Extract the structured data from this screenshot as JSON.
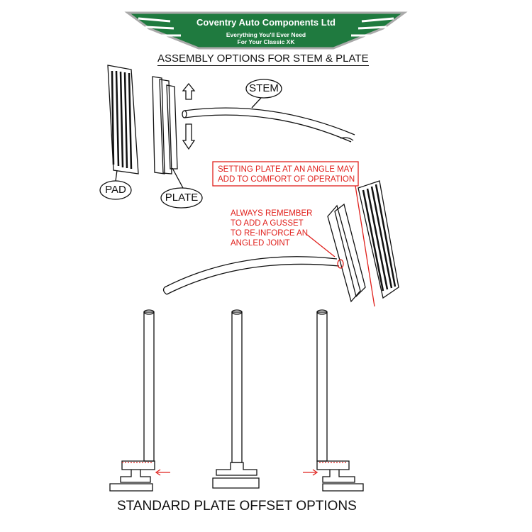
{
  "logo": {
    "company": "Coventry Auto Components Ltd",
    "tagline_1": "Everything You'll Ever Need",
    "tagline_2": "For Your Classic XK",
    "color": "#1f7a3f"
  },
  "title": "ASSEMBLY OPTIONS FOR STEM & PLATE",
  "labels": {
    "stem": "STEM",
    "pad": "PAD",
    "plate": "PLATE"
  },
  "notes": {
    "angle_1": "SETTING PLATE AT AN ANGLE MAY",
    "angle_2": "ADD TO COMFORT OF OPERATION",
    "gusset_1": "ALWAYS REMEMBER",
    "gusset_2": "TO ADD A GUSSET",
    "gusset_3": "TO RE-INFORCE AN",
    "gusset_4": "ANGLED JOINT",
    "color": "#e0201c"
  },
  "footer": "STANDARD PLATE OFFSET OPTIONS"
}
